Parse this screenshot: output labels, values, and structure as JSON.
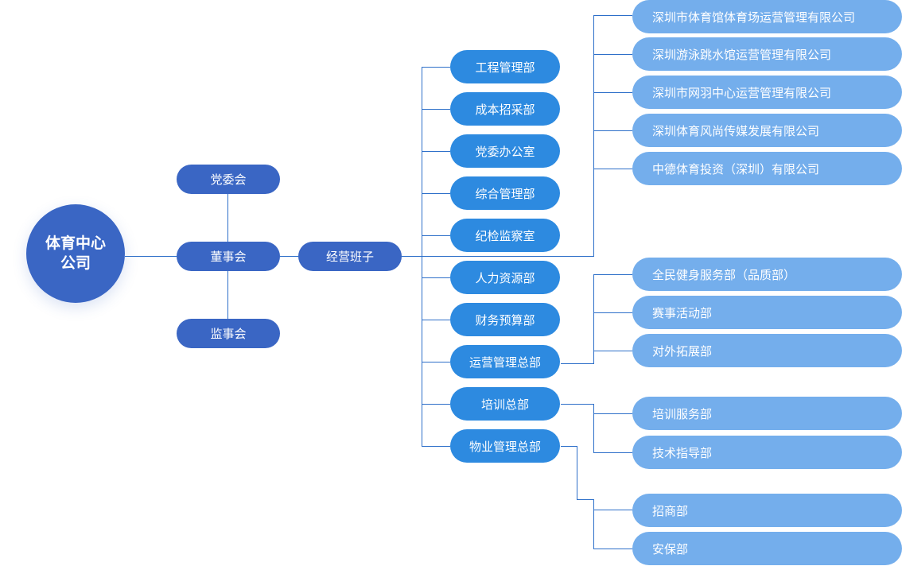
{
  "root": {
    "label": "体育中心公司"
  },
  "governance": {
    "party_committee": "党委会",
    "board": "董事会",
    "supervisory_board": "监事会"
  },
  "management": {
    "label": "经营班子"
  },
  "departments": [
    {
      "label": "工程管理部"
    },
    {
      "label": "成本招采部"
    },
    {
      "label": "党委办公室"
    },
    {
      "label": "综合管理部"
    },
    {
      "label": "纪检监察室"
    },
    {
      "label": "人力资源部"
    },
    {
      "label": "财务预算部"
    },
    {
      "label": "运营管理总部"
    },
    {
      "label": "培训总部"
    },
    {
      "label": "物业管理总部"
    }
  ],
  "subsidiaries": [
    {
      "label": "深圳市体育馆体育场运营管理有限公司"
    },
    {
      "label": "深圳游泳跳水馆运营管理有限公司"
    },
    {
      "label": "深圳市网羽中心运营管理有限公司"
    },
    {
      "label": "深圳体育风尚传媒发展有限公司"
    },
    {
      "label": "中德体育投资（深圳）有限公司"
    }
  ],
  "operations_units": [
    {
      "label": "全民健身服务部（品质部）"
    },
    {
      "label": "赛事活动部"
    },
    {
      "label": "对外拓展部"
    }
  ],
  "training_units": [
    {
      "label": "培训服务部"
    },
    {
      "label": "技术指导部"
    }
  ],
  "property_units": [
    {
      "label": "招商部"
    },
    {
      "label": "安保部"
    }
  ],
  "colors": {
    "primary": "#3a66c4",
    "department": "#2d8ae0",
    "unit": "#74aeec",
    "connector": "#2d6fc9"
  }
}
